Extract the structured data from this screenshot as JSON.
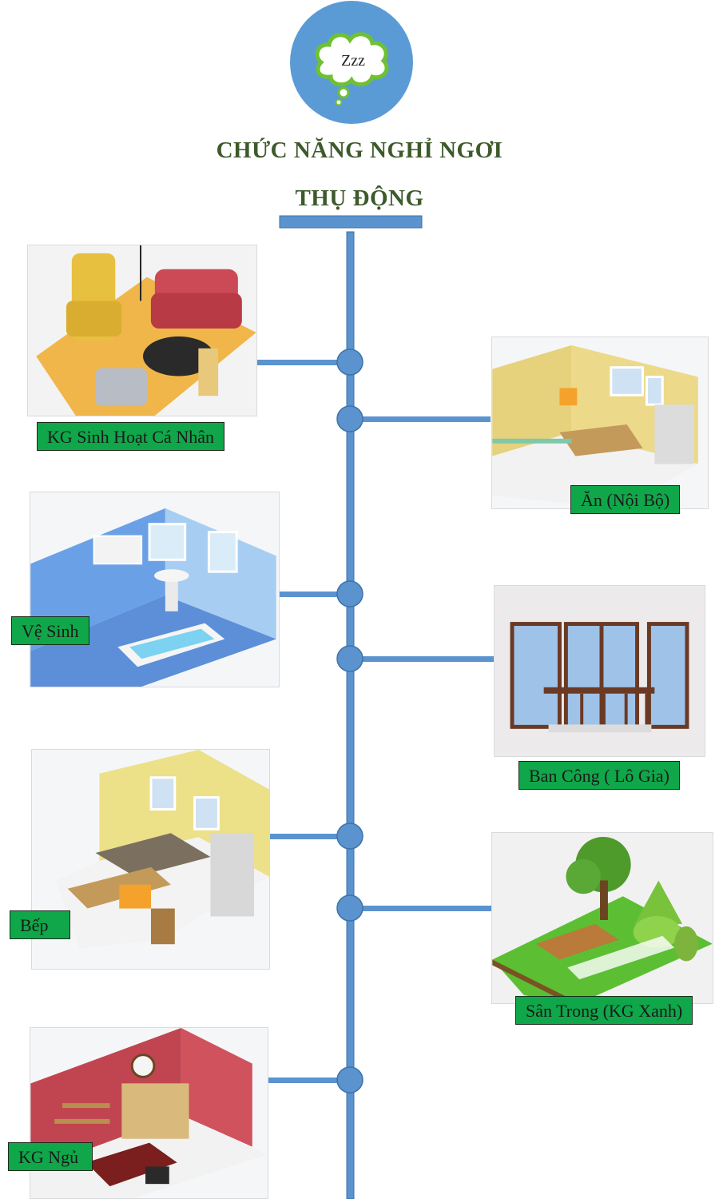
{
  "header": {
    "icon_text": "Zzz",
    "title_line1": "CHỨC NĂNG NGHỈ NGƠI",
    "title_line2": "THỤ ĐỘNG"
  },
  "colors": {
    "timeline": "#5b93cf",
    "label_bg": "#10a64a",
    "title_text": "#3d5a2a",
    "icon_circle": "#5b9bd5",
    "cloud_border": "#6fc130"
  },
  "rooms": [
    {
      "label": "KG Sinh Hoạt Cá Nhân",
      "icon": "living-room-illustration"
    },
    {
      "label": "Ăn (Nội Bộ)",
      "icon": "dining-room-illustration"
    },
    {
      "label": "Vệ Sinh",
      "icon": "bathroom-illustration"
    },
    {
      "label": "Ban Công ( Lô Gia)",
      "icon": "balcony-illustration"
    },
    {
      "label": "Bếp",
      "icon": "kitchen-illustration"
    },
    {
      "label": "Sân Trong (KG Xanh)",
      "icon": "courtyard-illustration"
    },
    {
      "label": "KG Ngủ",
      "icon": "bedroom-illustration"
    }
  ]
}
